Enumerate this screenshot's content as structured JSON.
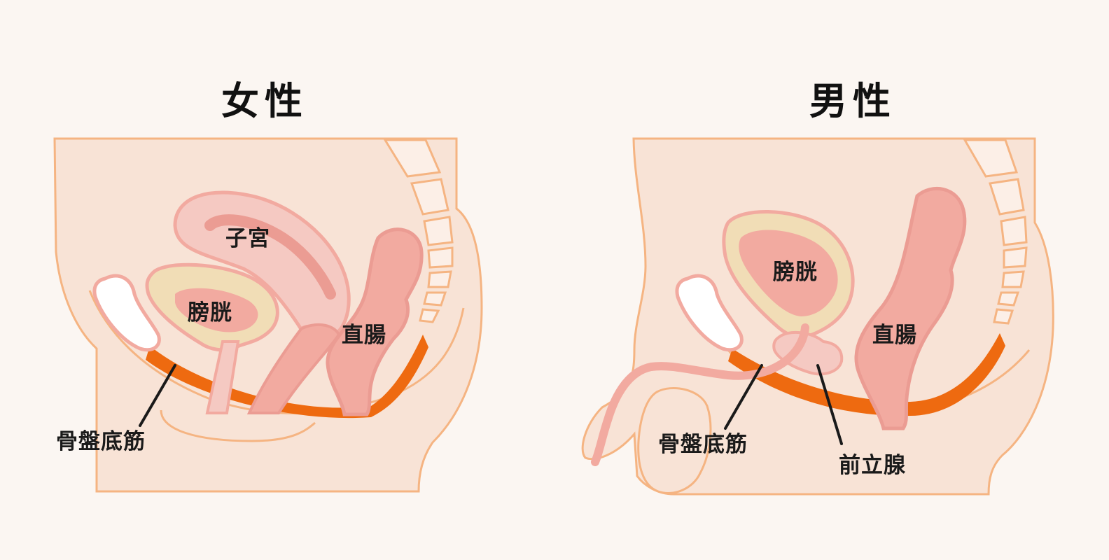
{
  "female": {
    "title": "女性",
    "labels": {
      "uterus": "子宮",
      "bladder": "膀胱",
      "rectum": "直腸",
      "pelvic_floor": "骨盤底筋"
    }
  },
  "male": {
    "title": "男性",
    "labels": {
      "bladder": "膀胱",
      "rectum": "直腸",
      "pelvic_floor": "骨盤底筋",
      "prostate": "前立腺"
    }
  },
  "colors": {
    "background": "#fbf6f2",
    "body": "#f8e3d6",
    "outline": "#f5b482",
    "organ": "#f2aaa0",
    "organ_stroke": "#eb9c93",
    "bladder_wall": "#f1ddb6",
    "muscle": "#ee6a10",
    "bone": "#ffffff"
  }
}
